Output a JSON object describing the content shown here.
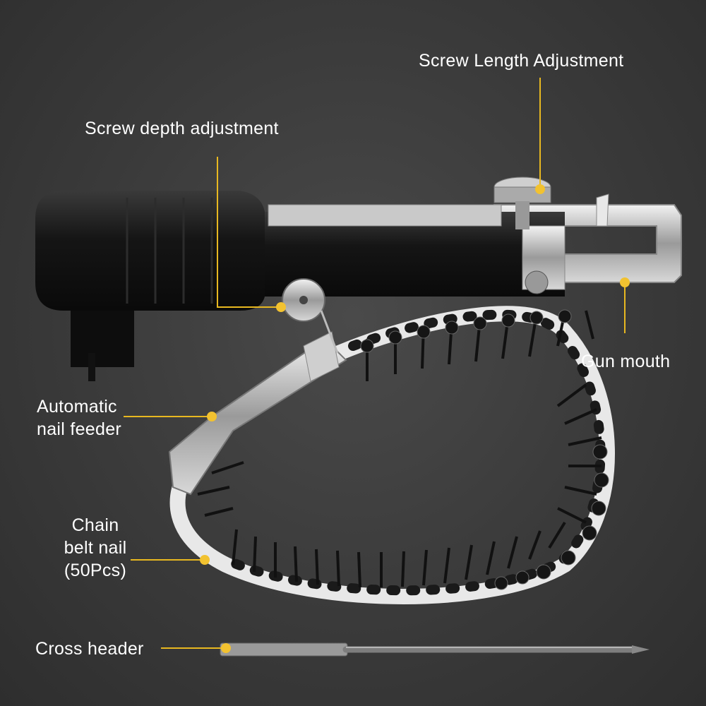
{
  "labels": {
    "screw_length_adjustment": "Screw Length Adjustment",
    "screw_depth_adjustment": "Screw depth adjustment",
    "gun_mouth": "Gun mouth",
    "automatic_nail_feeder": [
      "Automatic",
      "nail feeder"
    ],
    "chain_belt_nail": [
      "Chain",
      "belt nail",
      "(50Pcs)"
    ],
    "cross_header": "Cross header"
  },
  "colors": {
    "background": "#3a3a3a",
    "leader_line": "#e8b820",
    "marker_dot": "#f2c230",
    "label_text": "#ffffff"
  }
}
